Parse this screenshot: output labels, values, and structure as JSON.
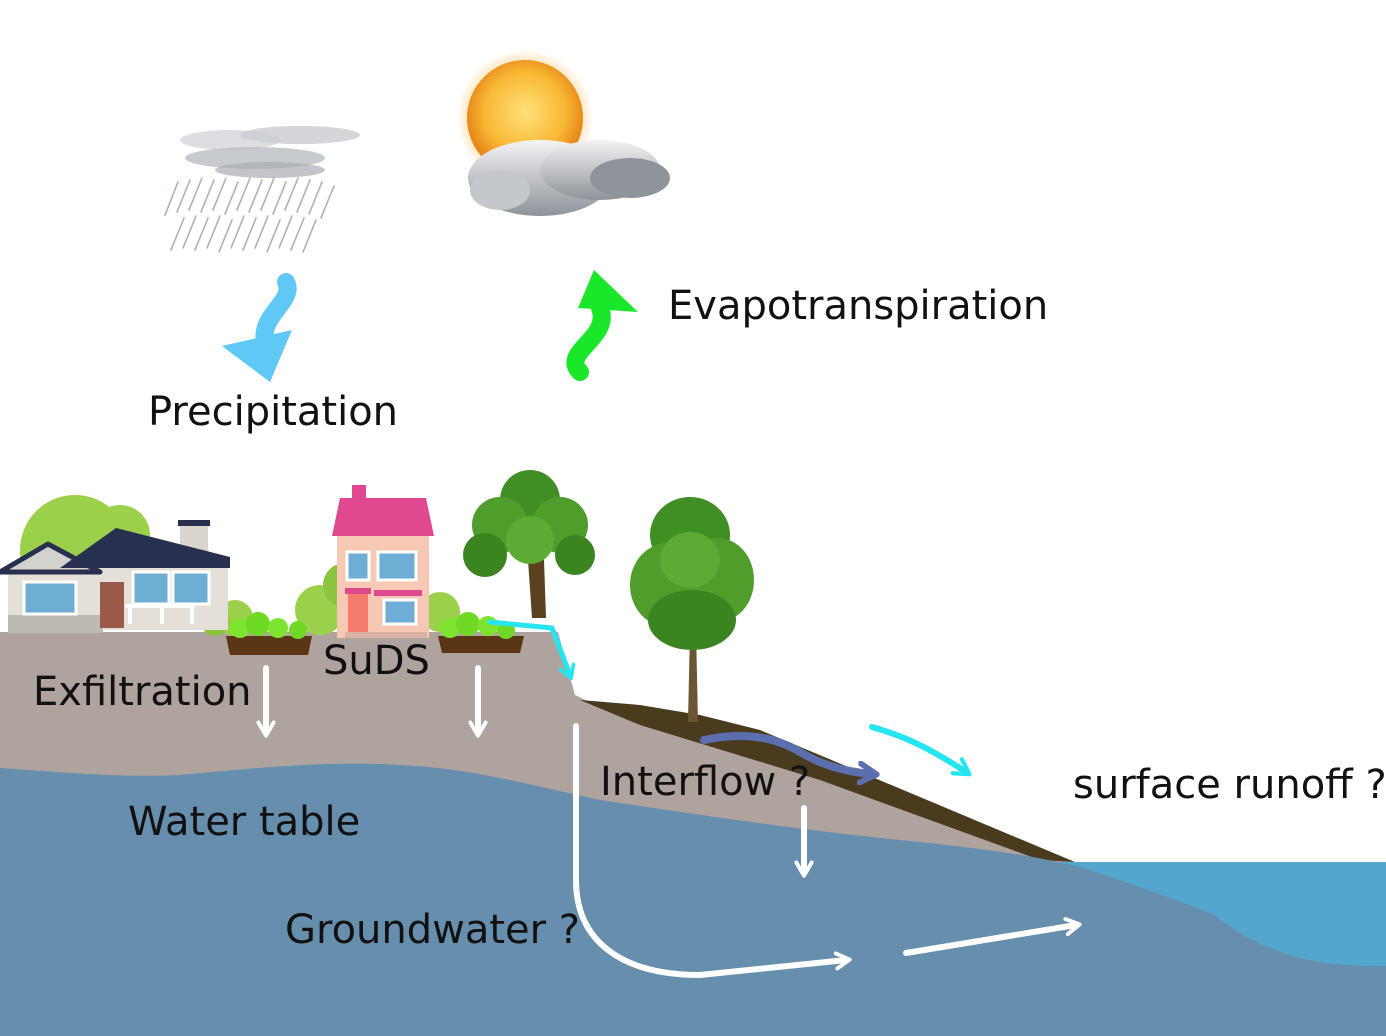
{
  "labels": {
    "precipitation": "Precipitation",
    "evapotranspiration": "Evapotranspiration",
    "exfiltration": "Exfiltration",
    "suds": "SuDS",
    "water_table": "Water table",
    "interflow": "Interflow ?",
    "surface_runoff": "surface runoff ?",
    "groundwater": "Groundwater ?"
  },
  "colors": {
    "soil": "#aea39d",
    "groundwater": "#668fad",
    "surface_water": "#54a7cc",
    "topsoil": "#4a3b1f",
    "precipitation_arrow": "#5fc8f5",
    "evapotranspiration_arrow": "#1ae62a",
    "runoff_arrow": "#25e6f0",
    "interflow_arrow": "#5b6fae",
    "flow_arrow": "#ffffff",
    "foliage": "#3f8f24",
    "roof_pink": "#e0498f",
    "roof_navy": "#27314f"
  },
  "icons": [
    "rain-cloud-icon",
    "sun-cloud-icon",
    "house-icon",
    "pink-house-icon",
    "tree-icon"
  ]
}
